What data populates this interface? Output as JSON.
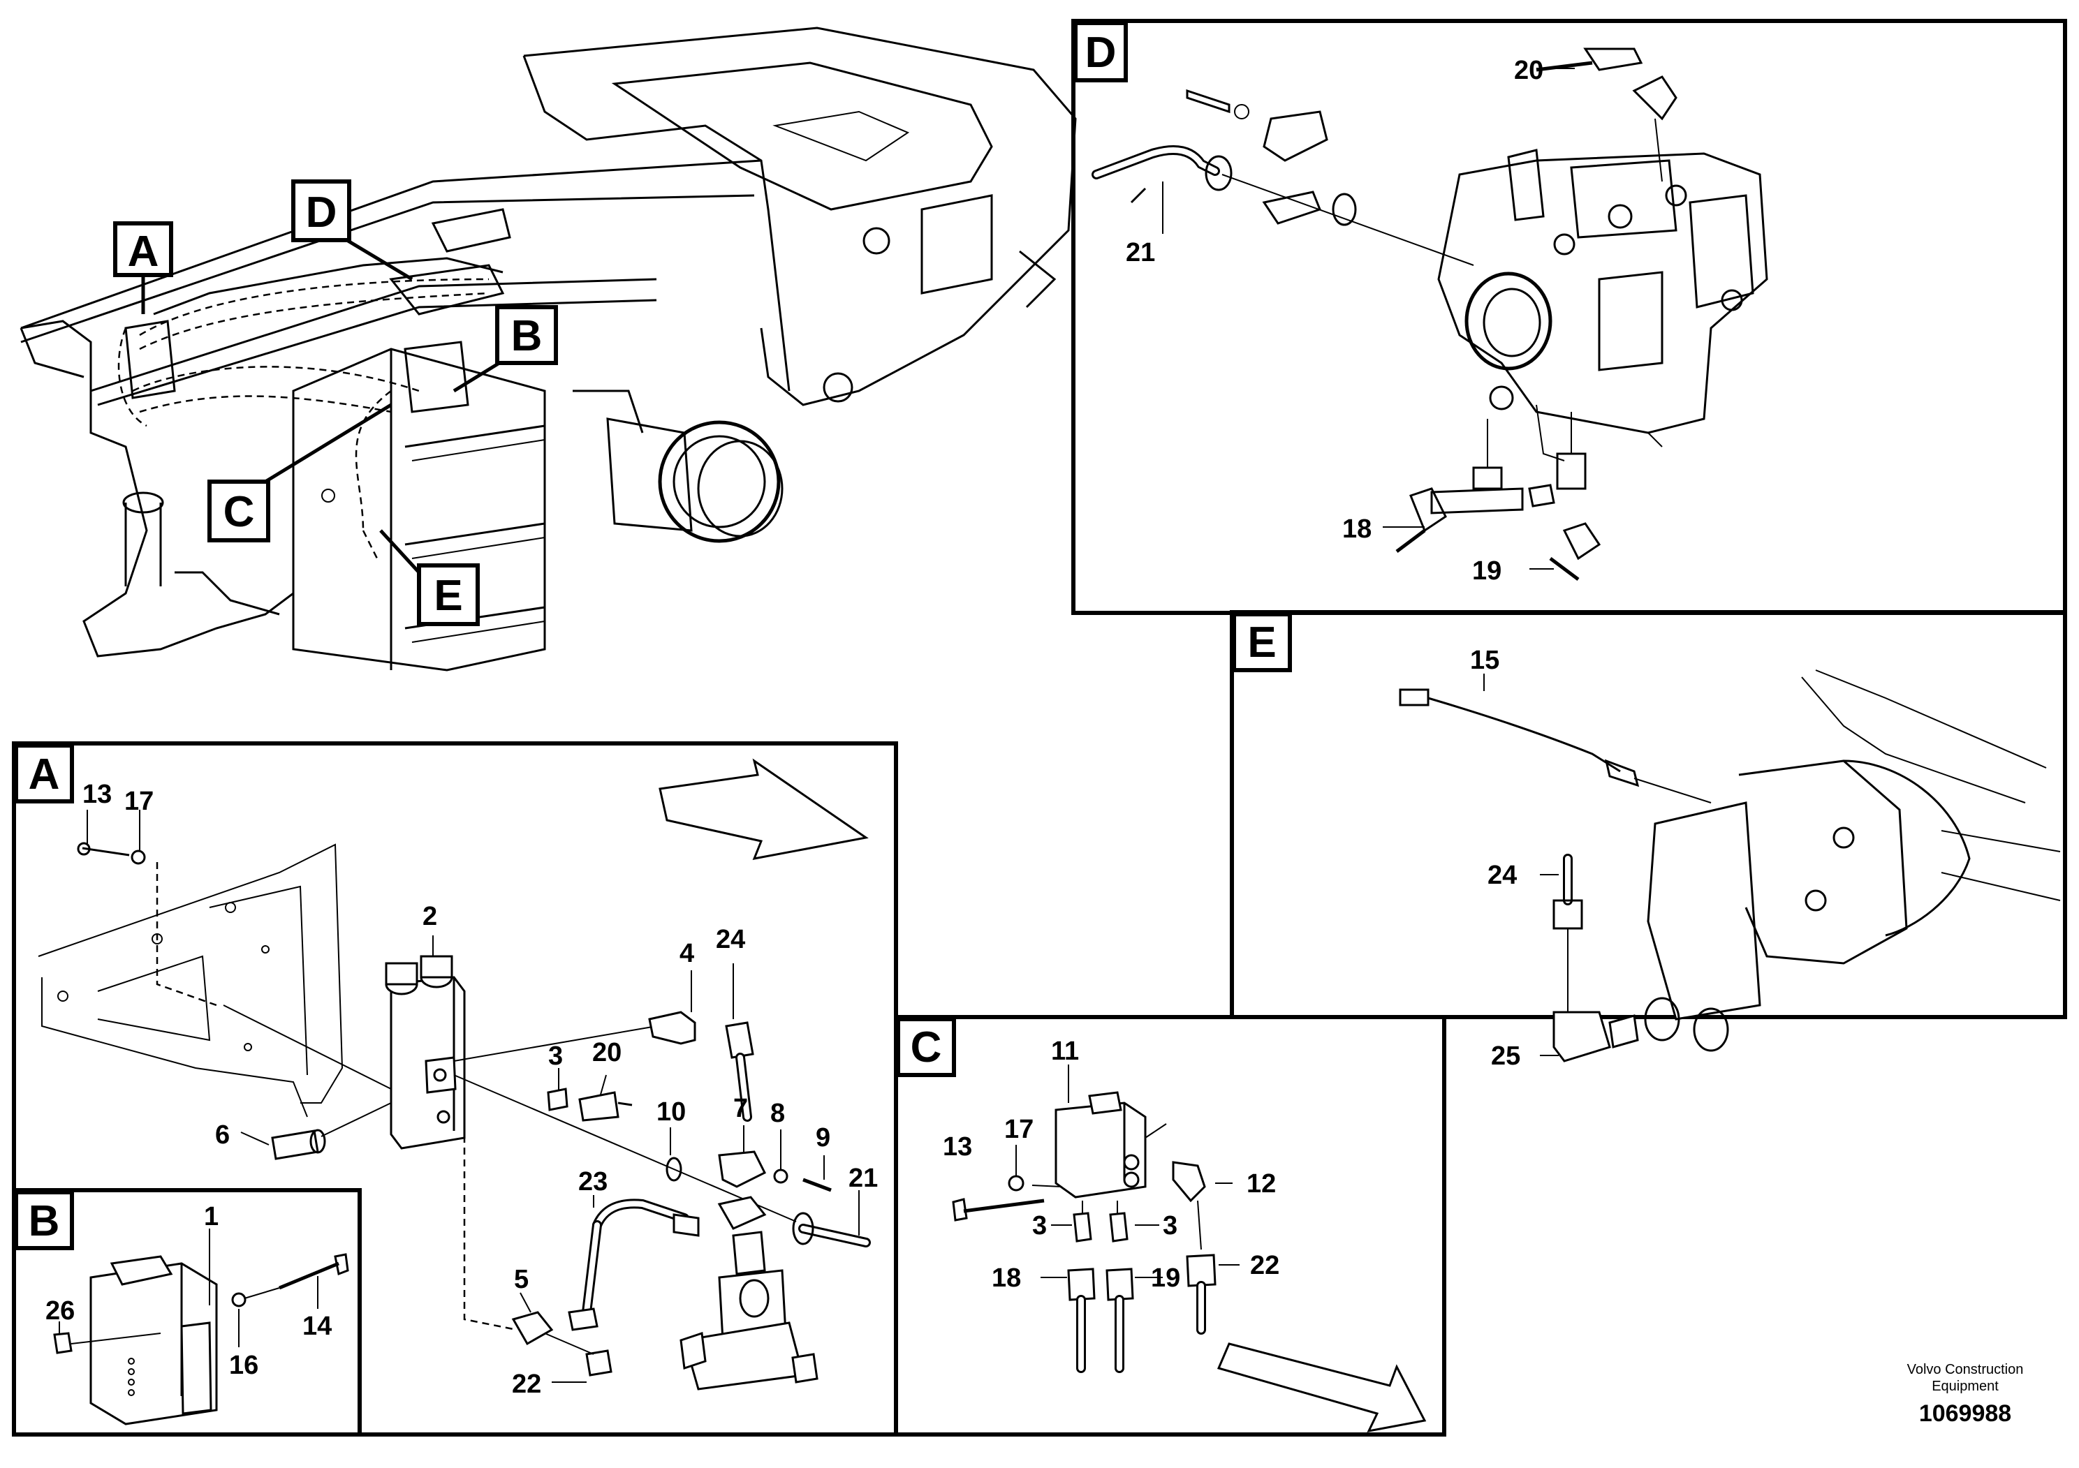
{
  "sections": {
    "A": "A",
    "B": "B",
    "C": "C",
    "D": "D",
    "E": "E"
  },
  "overview_callouts": [
    "A",
    "B",
    "C",
    "D",
    "E"
  ],
  "panel_A_labels": {
    "p13": "13",
    "p17": "17",
    "p2": "2",
    "p4": "4",
    "p24": "24",
    "p3": "3",
    "p20": "20",
    "p10": "10",
    "p7": "7",
    "p8": "8",
    "p9": "9",
    "p6": "6",
    "p21": "21",
    "p23": "23",
    "p5": "5",
    "p22": "22"
  },
  "panel_B_labels": {
    "p1": "1",
    "p26": "26",
    "p16": "16",
    "p14": "14"
  },
  "panel_C_labels": {
    "p11": "11",
    "p17": "17",
    "p13": "13",
    "p12": "12",
    "p3a": "3",
    "p3b": "3",
    "p18": "18",
    "p19": "19",
    "p22": "22"
  },
  "panel_D_labels": {
    "p20": "20",
    "p21": "21",
    "p18": "18",
    "p19": "19"
  },
  "panel_E_labels": {
    "p15": "15",
    "p24": "24",
    "p25": "25"
  },
  "footer": {
    "company_line1": "Volvo Construction",
    "company_line2": "Equipment",
    "drawing_number": "1069988"
  }
}
